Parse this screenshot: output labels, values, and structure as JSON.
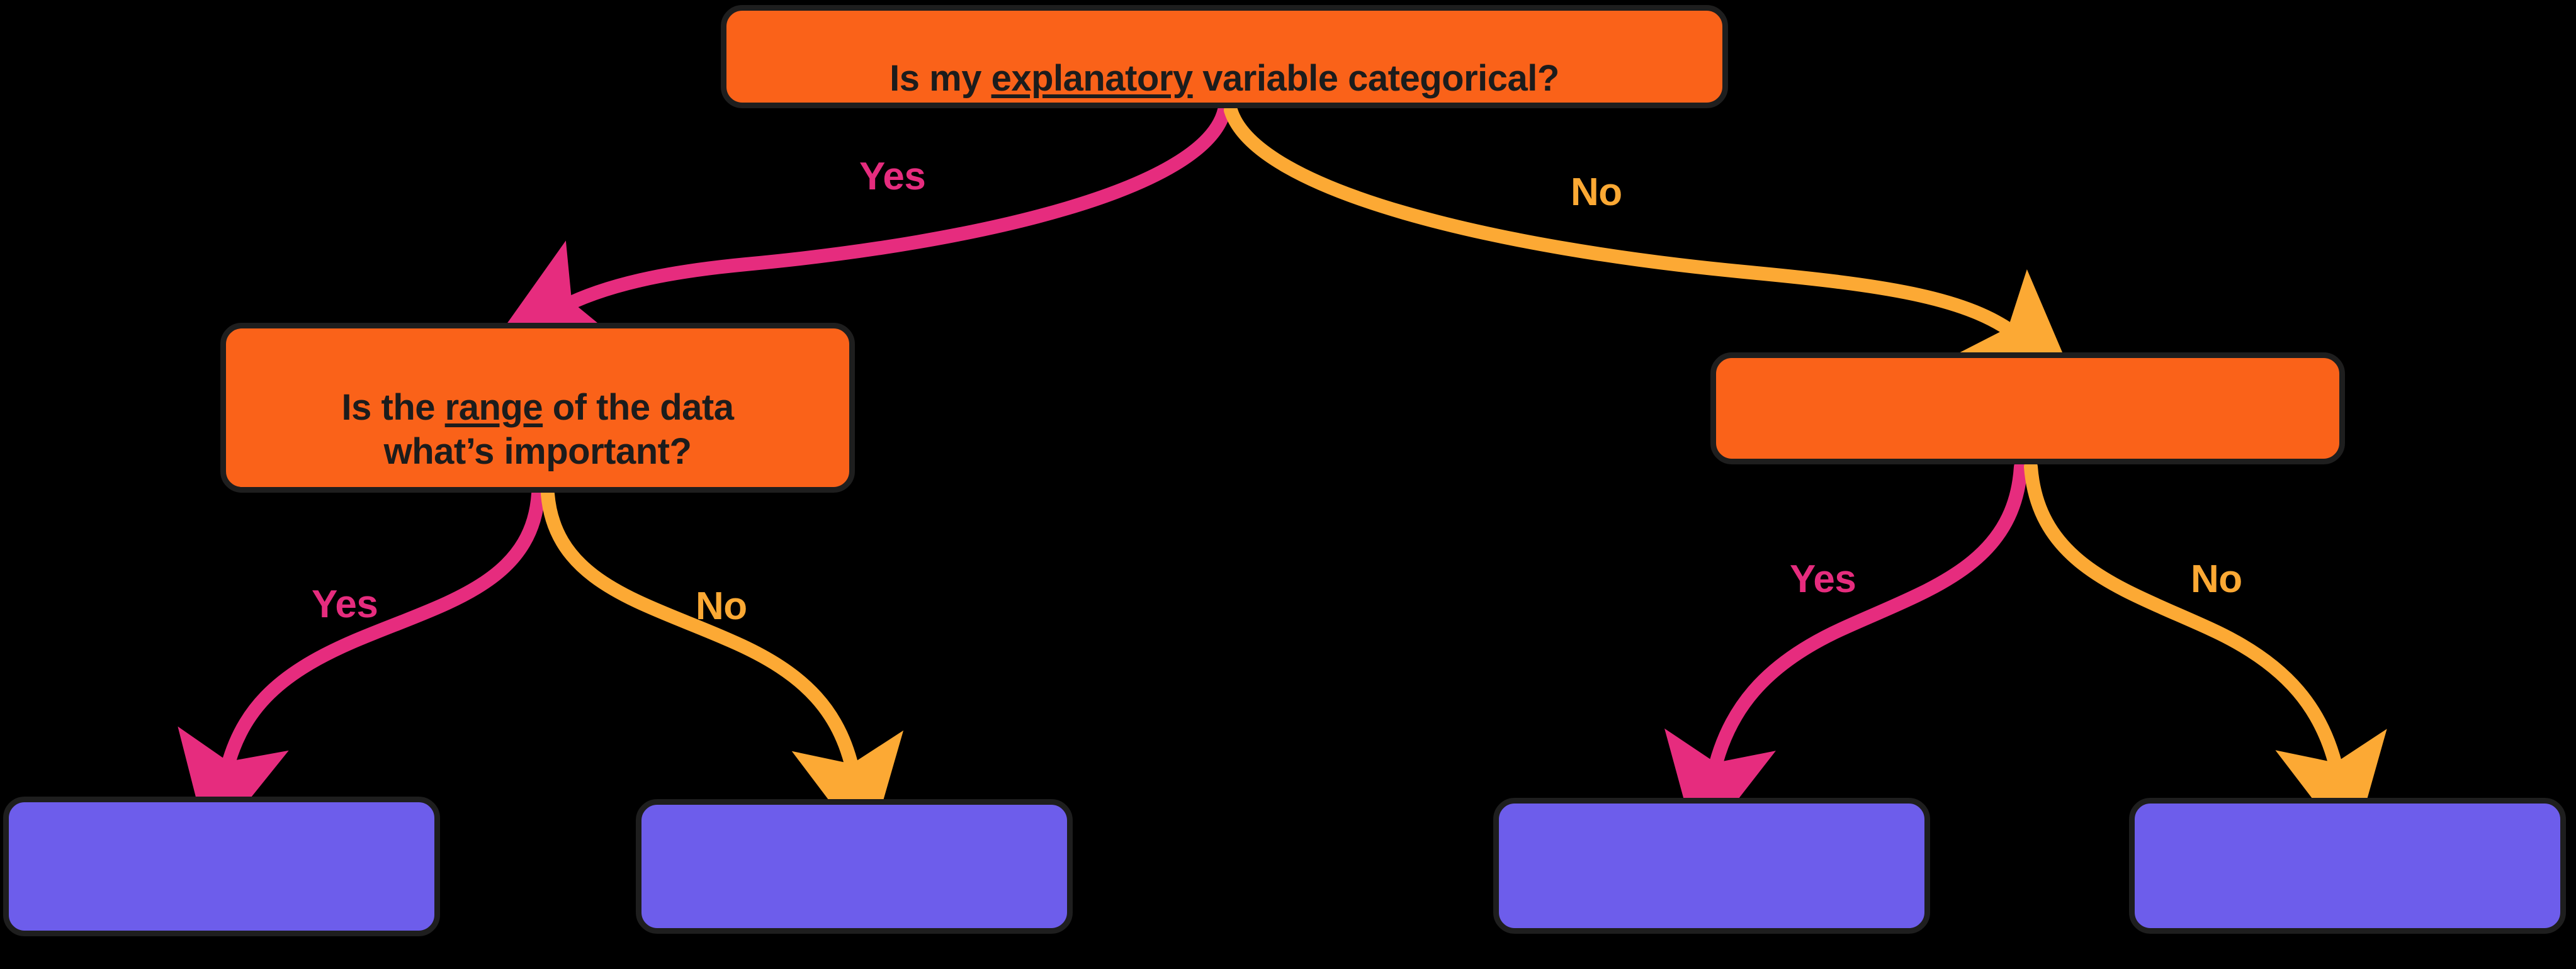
{
  "diagram": {
    "title_text": "Is my explanatory variable categorical?",
    "background_color": "#000000",
    "question_box_color": "#FA6219",
    "answer_box_color": "#6D5DEB",
    "border_color": "#1E1E1E",
    "yes_color": "#E62C7E",
    "no_color": "#FCA934",
    "nodes": [
      {
        "id": "root",
        "kind": "question",
        "line1": "Is my ",
        "underlined": "explanatory",
        "line2": " variable categorical?",
        "text": "Is my explanatory variable categorical?"
      },
      {
        "id": "left-question",
        "kind": "question",
        "line1": "Is the ",
        "underlined": "range",
        "line2": " of the data",
        "line3": "what’s important?",
        "text": "Is the range of the data what’s important?"
      },
      {
        "id": "right-question",
        "kind": "question",
        "text": ""
      },
      {
        "id": "leaf-1",
        "kind": "answer",
        "text": ""
      },
      {
        "id": "leaf-2",
        "kind": "answer",
        "text": ""
      },
      {
        "id": "leaf-3",
        "kind": "answer",
        "text": ""
      },
      {
        "id": "leaf-4",
        "kind": "answer",
        "text": ""
      }
    ],
    "edges": [
      {
        "id": "root-yes",
        "label": "Yes",
        "color": "#E62C7E",
        "from": "root",
        "to": "left-question"
      },
      {
        "id": "root-no",
        "label": "No",
        "color": "#FCA934",
        "from": "root",
        "to": "right-question"
      },
      {
        "id": "left-yes",
        "label": "Yes",
        "color": "#E62C7E",
        "from": "left-question",
        "to": "leaf-1"
      },
      {
        "id": "left-no",
        "label": "No",
        "color": "#FCA934",
        "from": "left-question",
        "to": "leaf-2"
      },
      {
        "id": "right-yes",
        "label": "Yes",
        "color": "#E62C7E",
        "from": "right-question",
        "to": "leaf-3"
      },
      {
        "id": "right-no",
        "label": "No",
        "color": "#FCA934",
        "from": "right-question",
        "to": "leaf-4"
      }
    ]
  }
}
